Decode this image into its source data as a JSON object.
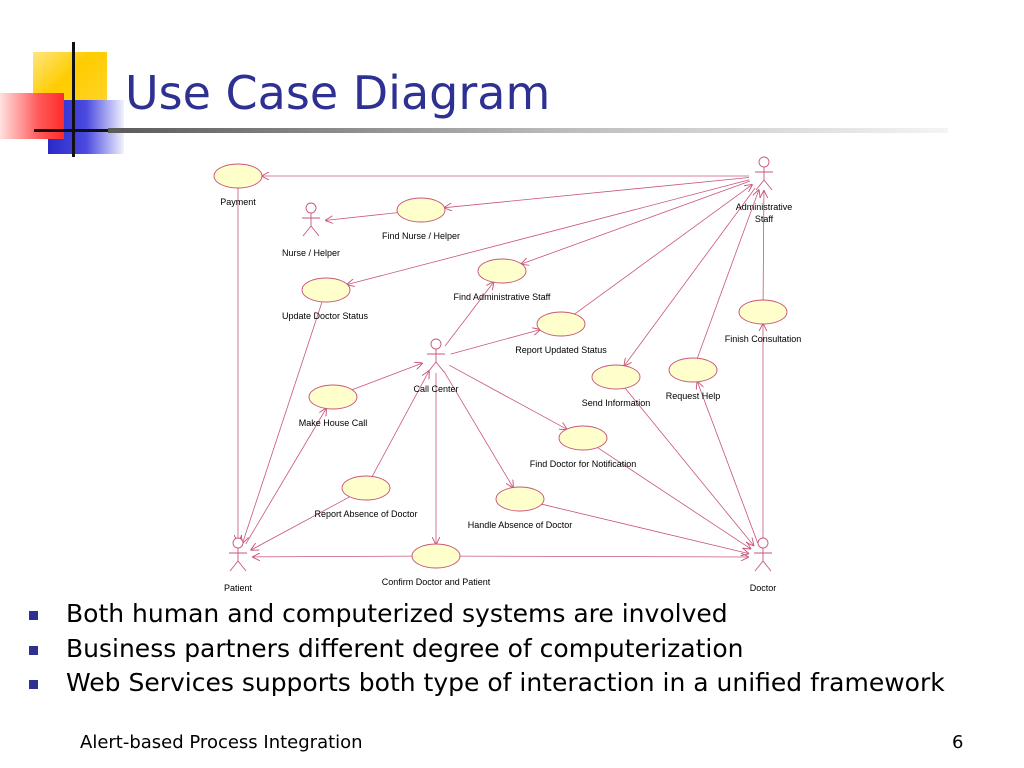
{
  "slide": {
    "title": "Use Case Diagram",
    "footer": "Alert-based Process Integration",
    "page_number": "6"
  },
  "colors": {
    "title": "#2e3192",
    "accent_yellow": "#ffcc00",
    "accent_red": "#ff3333",
    "accent_blue": "#3333cc",
    "usecase_fill": "#ffffcc",
    "arrow": "#c9567a"
  },
  "diagram": {
    "actors": [
      {
        "id": "administrative-staff",
        "lines": [
          "Administrative",
          "Staff"
        ]
      },
      {
        "id": "nurse-helper",
        "lines": [
          "Nurse / Helper"
        ]
      },
      {
        "id": "call-center",
        "lines": [
          "Call Center"
        ]
      },
      {
        "id": "patient",
        "lines": [
          "Patient"
        ]
      },
      {
        "id": "doctor",
        "lines": [
          "Doctor"
        ]
      }
    ],
    "use_cases": [
      {
        "id": "payment",
        "label": "Payment"
      },
      {
        "id": "find-nurse-helper",
        "label": "Find Nurse / Helper"
      },
      {
        "id": "find-administrative-staff",
        "label": "Find Administrative Staff"
      },
      {
        "id": "update-doctor-status",
        "label": "Update Doctor Status"
      },
      {
        "id": "report-updated-status",
        "label": "Report Updated Status"
      },
      {
        "id": "finish-consultation",
        "label": "Finish Consultation"
      },
      {
        "id": "send-information",
        "label": "Send Information"
      },
      {
        "id": "request-help",
        "label": "Request Help"
      },
      {
        "id": "make-house-call",
        "label": "Make House Call"
      },
      {
        "id": "find-doctor-for-notification",
        "label": "Find Doctor for Notification"
      },
      {
        "id": "report-absence-of-doctor",
        "label": "Report Absence of Doctor"
      },
      {
        "id": "handle-absence-of-doctor",
        "label": "Handle Absence of Doctor"
      },
      {
        "id": "confirm-doctor-and-patient",
        "label": "Confirm Doctor and Patient"
      }
    ],
    "connections": [
      {
        "from": "administrative-staff",
        "to": "payment"
      },
      {
        "from": "administrative-staff",
        "to": "find-nurse-helper"
      },
      {
        "from": "find-nurse-helper",
        "to": "nurse-helper"
      },
      {
        "from": "administrative-staff",
        "to": "find-administrative-staff"
      },
      {
        "from": "administrative-staff",
        "to": "update-doctor-status"
      },
      {
        "from": "administrative-staff",
        "to": "send-information"
      },
      {
        "from": "finish-consultation",
        "to": "administrative-staff"
      },
      {
        "from": "request-help",
        "to": "administrative-staff"
      },
      {
        "from": "report-updated-status",
        "to": "administrative-staff"
      },
      {
        "from": "call-center",
        "to": "find-administrative-staff"
      },
      {
        "from": "call-center",
        "to": "report-updated-status"
      },
      {
        "from": "call-center",
        "to": "find-doctor-for-notification"
      },
      {
        "from": "call-center",
        "to": "handle-absence-of-doctor"
      },
      {
        "from": "call-center",
        "to": "confirm-doctor-and-patient"
      },
      {
        "from": "make-house-call",
        "to": "call-center"
      },
      {
        "from": "report-absence-of-doctor",
        "to": "call-center"
      },
      {
        "from": "payment",
        "to": "patient"
      },
      {
        "from": "update-doctor-status",
        "to": "patient"
      },
      {
        "from": "patient",
        "to": "make-house-call"
      },
      {
        "from": "report-absence-of-doctor",
        "to": "patient"
      },
      {
        "from": "confirm-doctor-and-patient",
        "to": "patient"
      },
      {
        "from": "confirm-doctor-and-patient",
        "to": "doctor"
      },
      {
        "from": "send-information",
        "to": "doctor"
      },
      {
        "from": "find-doctor-for-notification",
        "to": "doctor"
      },
      {
        "from": "handle-absence-of-doctor",
        "to": "doctor"
      },
      {
        "from": "doctor",
        "to": "finish-consultation"
      },
      {
        "from": "doctor",
        "to": "request-help"
      }
    ]
  },
  "bullets": [
    "Both human and computerized systems are involved",
    "Business partners different degree of computerization",
    "Web Services supports both type of interaction in a unified framework"
  ]
}
